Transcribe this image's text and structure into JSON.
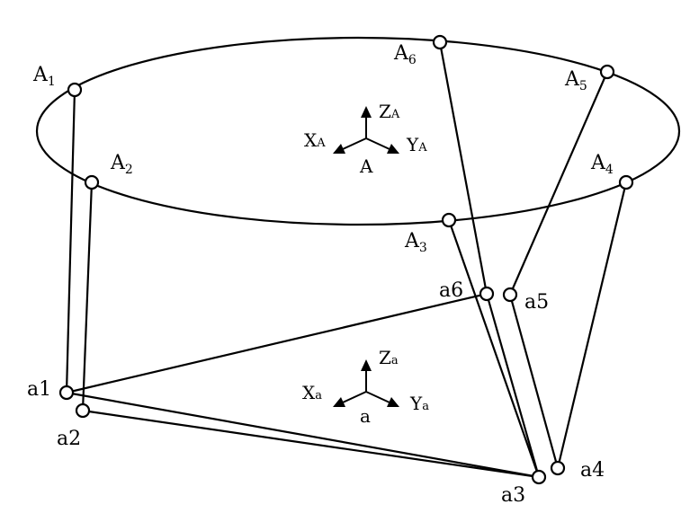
{
  "diagram": {
    "platform_joints": [
      {
        "letter": "A",
        "index": "1"
      },
      {
        "letter": "A",
        "index": "2"
      },
      {
        "letter": "A",
        "index": "3"
      },
      {
        "letter": "A",
        "index": "4"
      },
      {
        "letter": "A",
        "index": "5"
      },
      {
        "letter": "A",
        "index": "6"
      }
    ],
    "base_joints": [
      {
        "letter": "a",
        "index": "1"
      },
      {
        "letter": "a",
        "index": "2"
      },
      {
        "letter": "a",
        "index": "3"
      },
      {
        "letter": "a",
        "index": "4"
      },
      {
        "letter": "a",
        "index": "5"
      },
      {
        "letter": "a",
        "index": "6"
      }
    ],
    "upper_frame": {
      "origin": "A",
      "z": {
        "letter": "Z",
        "sub": "A"
      },
      "x": {
        "letter": "X",
        "sub": "A"
      },
      "y": {
        "letter": "Y",
        "sub": "A"
      }
    },
    "lower_frame": {
      "origin": "a",
      "z": {
        "letter": "Z",
        "sub": "a"
      },
      "x": {
        "letter": "X",
        "sub": "a"
      },
      "y": {
        "letter": "Y",
        "sub": "a"
      }
    },
    "line_color": "#000000",
    "background": "#ffffff"
  }
}
